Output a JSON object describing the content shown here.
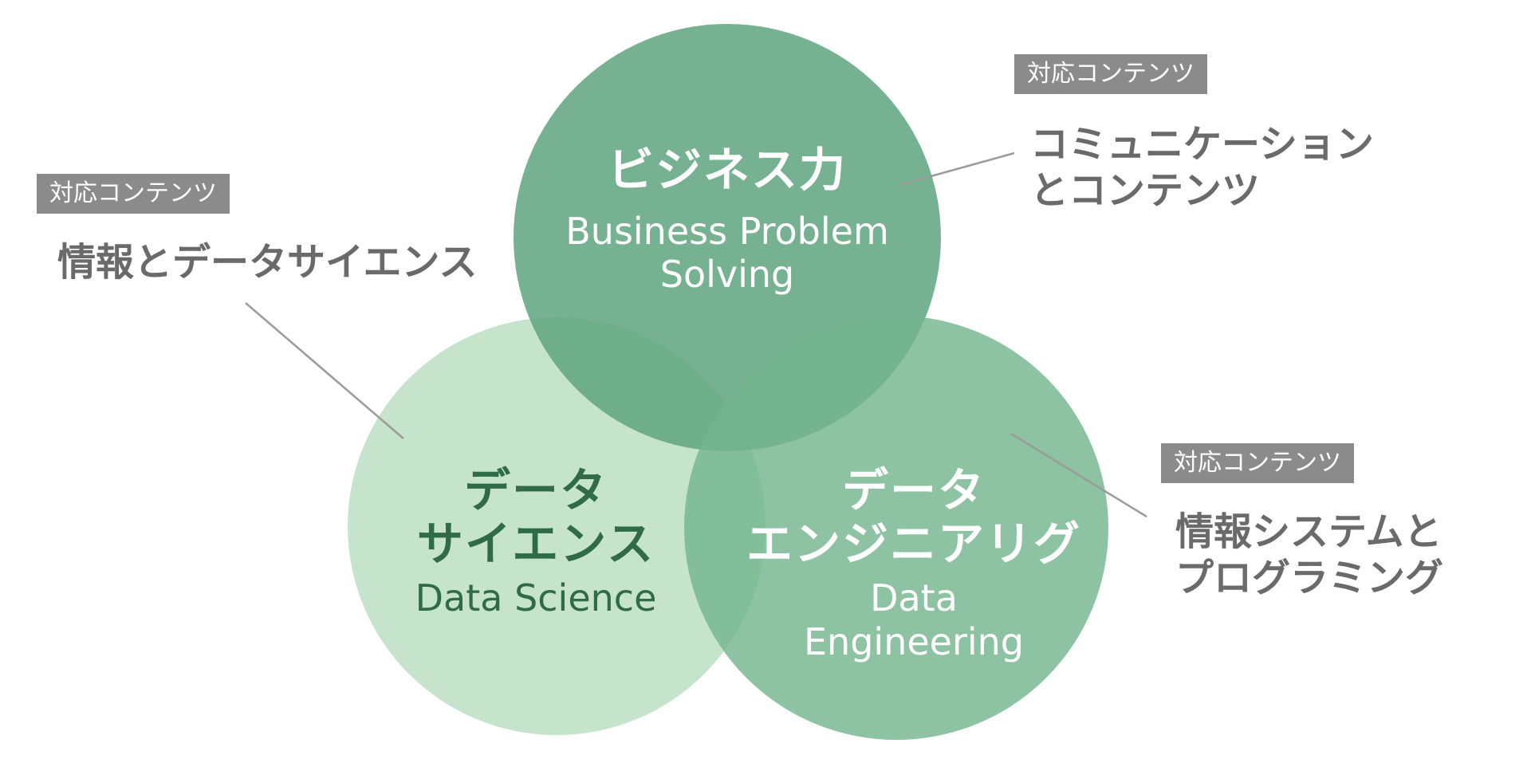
{
  "colors": {
    "business": "#5ea47f",
    "science": "#b9ddbf",
    "engineering": "#74b68f",
    "tag_bg": "#8b8b8b",
    "content_text": "#6a6a6a",
    "connector": "#9a9a9a",
    "dark_label": "#2f6b48"
  },
  "circles": {
    "business": {
      "title_jp": "ビジネス力",
      "title_en_line1": "Business Problem",
      "title_en_line2": "Solving"
    },
    "science": {
      "title_jp_line1": "データ",
      "title_jp_line2": "サイエンス",
      "title_en": "Data Science"
    },
    "engineering": {
      "title_jp_line1": "データ",
      "title_jp_line2": "エンジニアリグ",
      "title_en_line1": "Data",
      "title_en_line2": "Engineering"
    }
  },
  "callouts": {
    "business": {
      "tag": "対応コンテンツ",
      "line1": "コミュニケーション",
      "line2": "とコンテンツ"
    },
    "science": {
      "tag": "対応コンテンツ",
      "line1": "情報とデータサイエンス"
    },
    "engineering": {
      "tag": "対応コンテンツ",
      "line1": "情報システムと",
      "line2": "プログラミング"
    }
  }
}
